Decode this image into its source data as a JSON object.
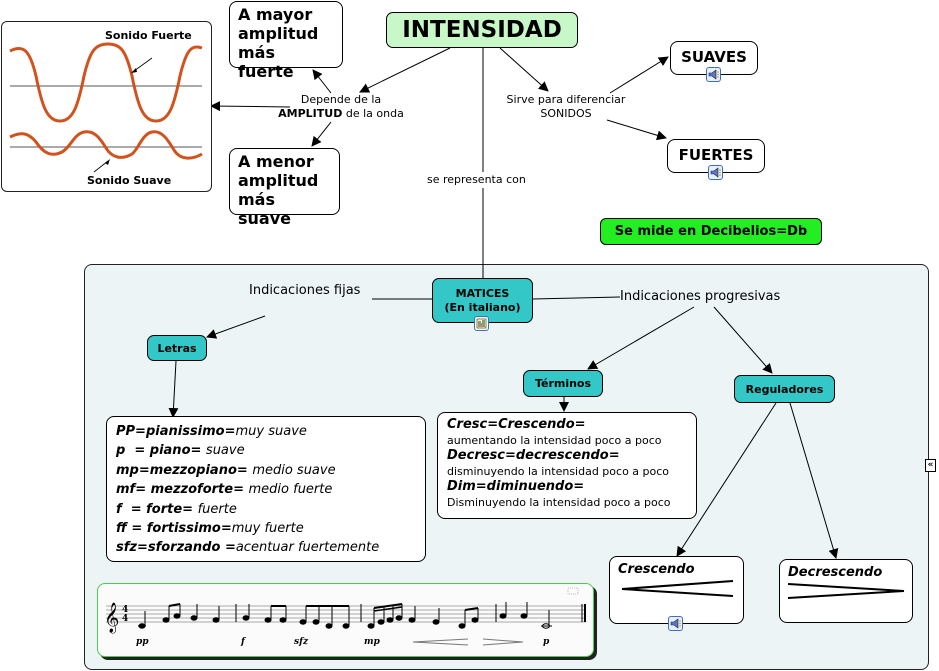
{
  "title": "INTENSIDAD",
  "image_wave": {
    "label_strong": "Sonido Fuerte",
    "label_soft": "Sonido Suave"
  },
  "nodes": {
    "mayor": [
      "A mayor",
      "amplitud",
      "más fuerte"
    ],
    "menor": [
      "A menor",
      "amplitud",
      "más suave"
    ],
    "suaves": "SUAVES",
    "fuertes": "FUERTES",
    "decibelios": "Se mide en Decibelios=Db",
    "matices": [
      "MATICES",
      "(En italiano)"
    ],
    "letras": "Letras",
    "terminos": "Términos",
    "reguladores": "Reguladores",
    "crescendo": "Crescendo",
    "decrescendo": "Decrescendo"
  },
  "links": {
    "depende_1": "Depende de la",
    "depende_bold": "AMPLITUD",
    "depende_2": " de la onda",
    "sirve_1": "Sirve para diferenciar",
    "sirve_2": "SONIDOS",
    "representa": "se representa con",
    "fijas": "Indicaciones fijas",
    "progresivas": "Indicaciones progresivas"
  },
  "letras_list": [
    {
      "term": "PP=pianissimo=",
      "meaning": "muy suave"
    },
    {
      "term": "p  = piano= ",
      "meaning": "suave"
    },
    {
      "term": "mp=mezzopiano= ",
      "meaning": "medio suave"
    },
    {
      "term": "mf= mezzoforte= ",
      "meaning": "medio fuerte"
    },
    {
      "term": "f  = forte= ",
      "meaning": "fuerte"
    },
    {
      "term": "ff = fortissimo=",
      "meaning": "muy fuerte"
    },
    {
      "term": "sfz=sforzando =",
      "meaning": "acentuar fuertemente"
    }
  ],
  "terminos_list": [
    {
      "term": "Cresc=Crescendo=",
      "meaning": "aumentando la intensidad poco a poco"
    },
    {
      "term": "Decresc=decrescendo=",
      "meaning": "disminuyendo la intensidad poco a poco"
    },
    {
      "term": "Dim=diminuendo=",
      "meaning": "Disminuyendo la intensidad poco a poco"
    }
  ],
  "score": {
    "time_signature": [
      "4",
      "4"
    ],
    "dynamics": [
      "pp",
      "f",
      "sfz",
      "mp",
      "p"
    ]
  },
  "colors": {
    "title_bg": "#c8f8c8",
    "decibel_bg": "#22ee22",
    "teal": "#33c7c7",
    "panel_bg": "#ecf4f6",
    "wave": "#d2521e"
  }
}
